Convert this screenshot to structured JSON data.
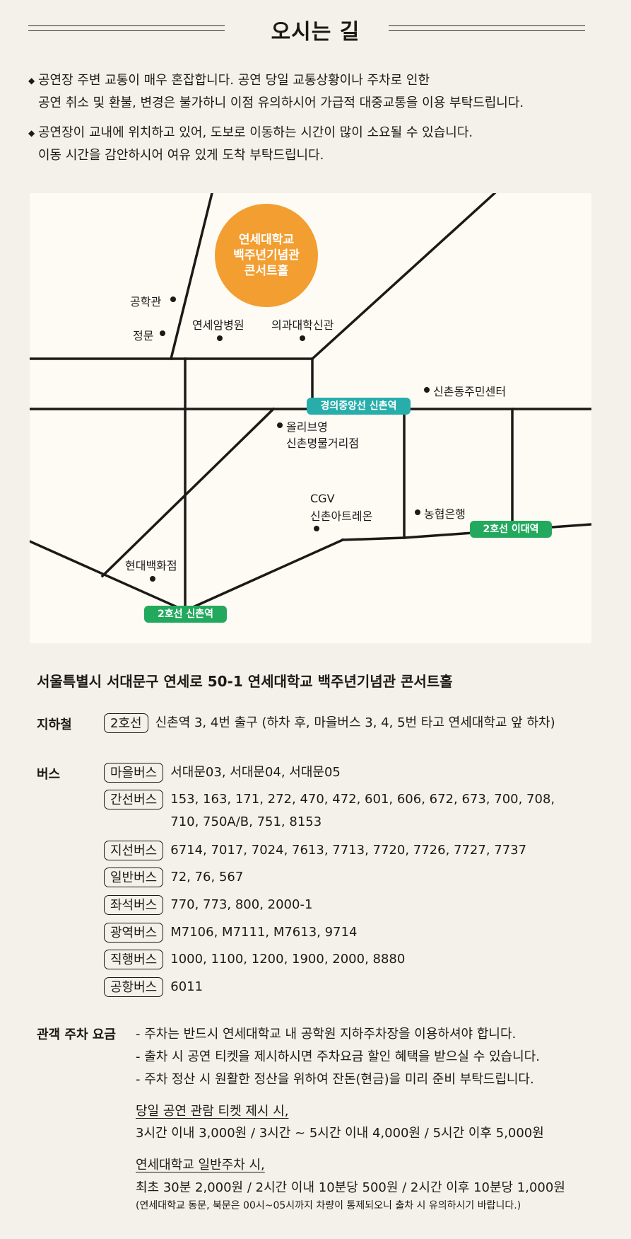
{
  "title": "오시는 길",
  "notes": [
    {
      "line1": "공연장 주변 교통이 매우 혼잡합니다. 공연 당일 교통상황이나 주차로 인한",
      "line2": "공연 취소 및 환불, 변경은 불가하니 이점 유의하시어 가급적 대중교통을 이용 부탁드립니다."
    },
    {
      "line1": "공연장이 교내에 위치하고 있어, 도보로 이동하는 시간이 많이 소요될 수 있습니다.",
      "line2": "이동 시간을 감안하시어 여유 있게 도착 부탁드립니다."
    }
  ],
  "map": {
    "venue": [
      "연세대학교",
      "백주년기념관",
      "콘서트홀"
    ],
    "landmarks": {
      "engineering": "공학관",
      "main_gate": "정문",
      "cancer_hospital": "연세암병원",
      "medical_hall": "의과대학신관",
      "community_center": "신촌동주민센터",
      "oliveyoung_1": "올리브영",
      "oliveyoung_2": "신촌명물거리점",
      "cgv_1": "CGV",
      "cgv_2": "신촌아트레온",
      "nonghyup": "농협은행",
      "hyundai": "현대백화점"
    },
    "stations": {
      "gyeongui": "경의중앙선 신촌역",
      "ewha": "2호선 이대역",
      "sinchon": "2호선 신촌역"
    },
    "colors": {
      "gyeongui": "#27aeaa",
      "line2": "#23a95e",
      "venue": "#f29e31"
    }
  },
  "address": "서울특별시 서대문구 연세로 50-1 연세대학교 백주년기념관 콘서트홀",
  "subway": {
    "label": "지하철",
    "tag": "2호선",
    "text": "신촌역 3, 4번 출구 (하차 후, 마을버스 3, 4, 5번 타고 연세대학교 앞 하차)"
  },
  "bus": {
    "label": "버스",
    "rows": [
      {
        "tag": "마을버스",
        "text": "서대문03, 서대문04, 서대문05"
      },
      {
        "tag": "간선버스",
        "text": "153, 163, 171, 272, 470, 472, 601, 606, 672, 673, 700, 708,",
        "text2": "710, 750A/B, 751, 8153"
      },
      {
        "tag": "지선버스",
        "text": "6714, 7017, 7024, 7613, 7713, 7720, 7726, 7727, 7737"
      },
      {
        "tag": "일반버스",
        "text": "72, 76, 567"
      },
      {
        "tag": "좌석버스",
        "text": "770, 773, 800, 2000-1"
      },
      {
        "tag": "광역버스",
        "text": "M7106, M7111, M7613, 9714"
      },
      {
        "tag": "직행버스",
        "text": "1000, 1100, 1200, 1900, 2000, 8880"
      },
      {
        "tag": "공항버스",
        "text": "6011"
      }
    ]
  },
  "parking": {
    "label": "관객 주차 요금",
    "lines": [
      "- 주차는 반드시 연세대학교 내 공학원 지하주차장을 이용하셔야 합니다.",
      "- 출차 시 공연 티켓을 제시하시면 주차요금 할인 혜택을 받으실 수 있습니다.",
      "- 주차 정산 시 원활한 정산을 위하여 잔돈(현금)을 미리 준비 부탁드립니다."
    ],
    "ticket_heading": "당일 공연 관람 티켓 제시 시,",
    "ticket_rates": "3시간 이내 3,000원 / 3시간 ~ 5시간 이내 4,000원 / 5시간 이후 5,000원",
    "general_heading": "연세대학교 일반주차 시,",
    "general_rates": "최초 30분 2,000원 / 2시간 이내 10분당 500원 / 2시간 이후 10분당 1,000원",
    "notice": "(연세대학교 동문, 북문은 00시~05시까지 차량이 통제되오니 출차 시 유의하시기 바랍니다.)"
  }
}
